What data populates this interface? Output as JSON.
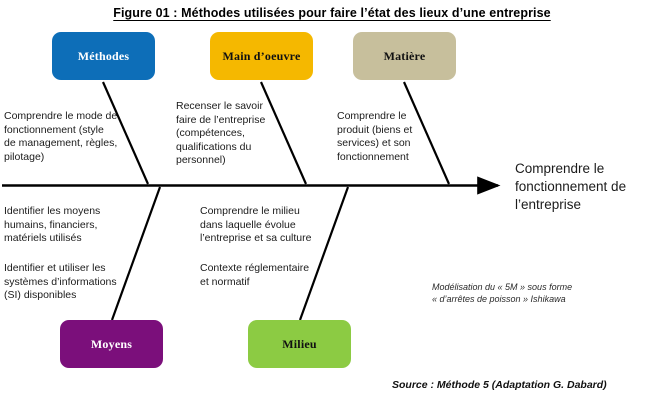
{
  "figure": {
    "title": "Figure 01 : Méthodes utilisées pour faire l’état des lieux d’une entreprise",
    "type": "ishikawa-fishbone",
    "source": "Source : Méthode 5 (Adaptation G. Dabard)",
    "note": "Modélisation du « 5M » sous forme\n« d’arrêtes de poisson » Ishikawa",
    "effect": "Comprendre le\nfonctionnement de\nl’entreprise"
  },
  "colors": {
    "methodes": "#0D6EB8",
    "main_doeuvre": "#F5B800",
    "matiere": "#C7BF9C",
    "moyens": "#7B0F7B",
    "milieu": "#8CCB43",
    "spine": "#000000",
    "text": "#1b1b1b"
  },
  "categories": {
    "top": [
      {
        "id": "methodes",
        "label": "Méthodes",
        "color": "#0D6EB8",
        "label_color": "#ffffff",
        "description": "Comprendre le mode de\nfonctionnement (style\nde management, règles,\npilotage)"
      },
      {
        "id": "main_doeuvre",
        "label": "Main  d’oeuvre",
        "color": "#F5B800",
        "label_color": "#111111",
        "description": "Recenser le savoir\nfaire de l’entreprise\n(compétences,\nqualifications du\npersonnel)"
      },
      {
        "id": "matiere",
        "label": "Matière",
        "color": "#C7BF9C",
        "label_color": "#111111",
        "description": "Comprendre le\nproduit (biens et\nservices) et son\nfonctionnement"
      }
    ],
    "bottom": [
      {
        "id": "moyens",
        "label": "Moyens",
        "color": "#7B0F7B",
        "label_color": "#ffffff",
        "description_1": "Identifier les moyens\nhumains, financiers,\nmatériels utilisés",
        "description_2": "Identifier et utiliser les\nsystèmes d’informations\n(SI) disponibles"
      },
      {
        "id": "milieu",
        "label": "Milieu",
        "color": "#8CCB43",
        "label_color": "#111111",
        "description_1": "Comprendre le milieu\ndans laquelle évolue\nl’entreprise et sa culture",
        "description_2": "Contexte réglementaire\net normatif"
      }
    ]
  }
}
